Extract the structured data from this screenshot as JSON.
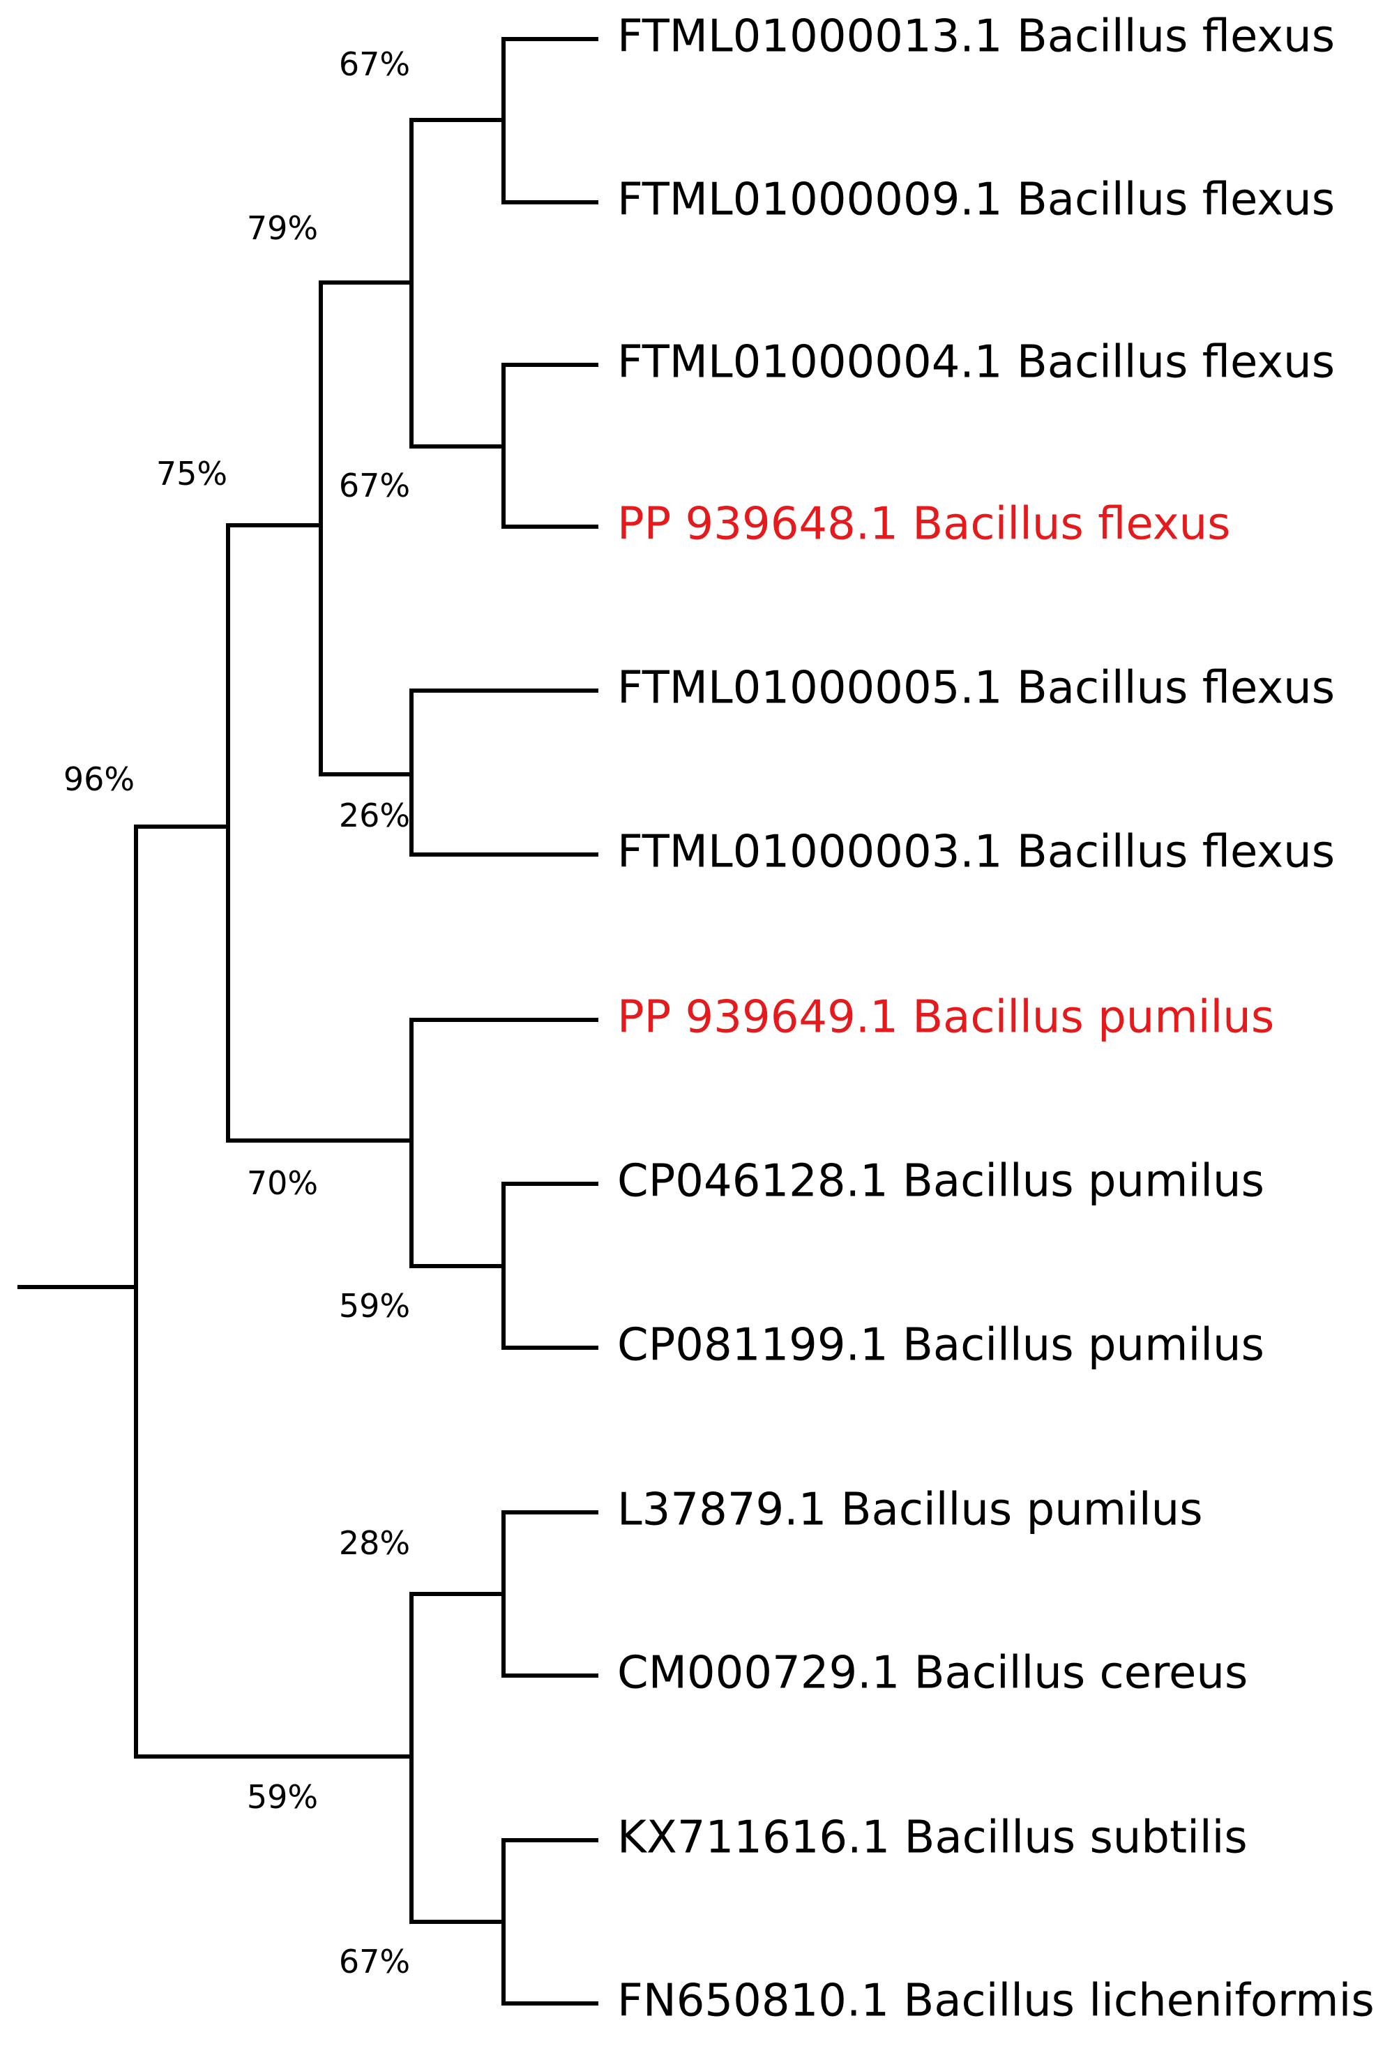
{
  "colors": {
    "line": "#000000",
    "label": "#000000",
    "highlight": "#e41a1c"
  },
  "tree": {
    "leaves": [
      {
        "label": "FTML01000013.1 Bacillus flexus",
        "highlight": false
      },
      {
        "label": "FTML01000009.1 Bacillus flexus",
        "highlight": false
      },
      {
        "label": "FTML01000004.1 Bacillus flexus",
        "highlight": false
      },
      {
        "label": "PP 939648.1 Bacillus flexus",
        "highlight": true
      },
      {
        "label": "FTML01000005.1 Bacillus flexus",
        "highlight": false
      },
      {
        "label": "FTML01000003.1 Bacillus flexus",
        "highlight": false
      },
      {
        "label": "PP 939649.1 Bacillus pumilus",
        "highlight": true
      },
      {
        "label": "CP046128.1 Bacillus pumilus",
        "highlight": false
      },
      {
        "label": "CP081199.1 Bacillus pumilus",
        "highlight": false
      },
      {
        "label": "L37879.1 Bacillus pumilus",
        "highlight": false
      },
      {
        "label": "CM000729.1 Bacillus cereus",
        "highlight": false
      },
      {
        "label": "KX711616.1 Bacillus subtilis",
        "highlight": false
      },
      {
        "label": "FN650810.1 Bacillus licheniformis",
        "highlight": false
      }
    ],
    "support_values": {
      "flexus_13_09": "67%",
      "flexus_group_a": "79%",
      "flexus_04_648": "67%",
      "flexus_all": "75%",
      "flexus_05_03": "26%",
      "flexus_pumilus": "96%",
      "pumilus_group": "70%",
      "pumilus_046128_081199": "59%",
      "pumilus_cereus": "28%",
      "outgroup_clade": "59%",
      "subtilis_licheniformis": "67%"
    }
  }
}
